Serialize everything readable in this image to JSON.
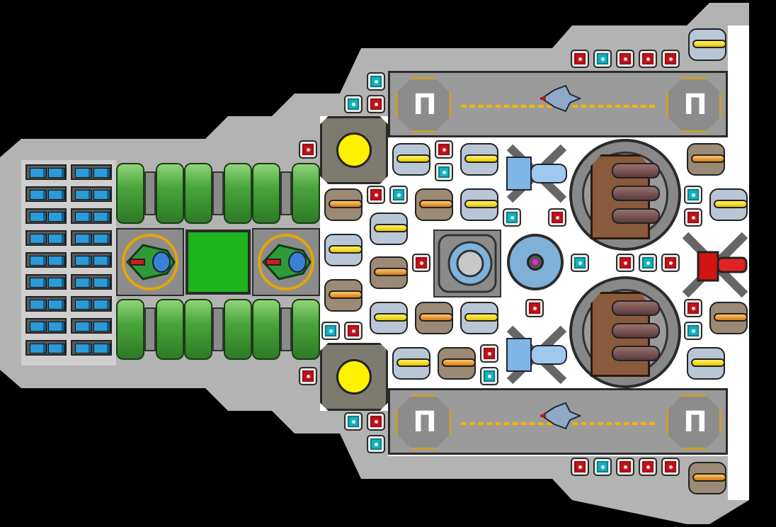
{
  "scene": {
    "type": "spaceship blueprint (top-down)",
    "hull_color": "#b3b3b3",
    "interior_color": "#ffffff",
    "space_color": "#000000"
  },
  "hangars": [
    {
      "id": "upper",
      "pad_symbol": "Π",
      "has_fighter": true
    },
    {
      "id": "lower",
      "pad_symbol": "Π",
      "has_fighter": true
    }
  ],
  "icons": {
    "pad": "landing-pad-icon",
    "fighter": "fighter-ship-icon",
    "reactor": "power-reactor-icon",
    "battery": "battery-cell-icon",
    "turret": "turret-icon",
    "cannon": "heavy-cannon-icon",
    "shield": "shield-generator-icon"
  }
}
